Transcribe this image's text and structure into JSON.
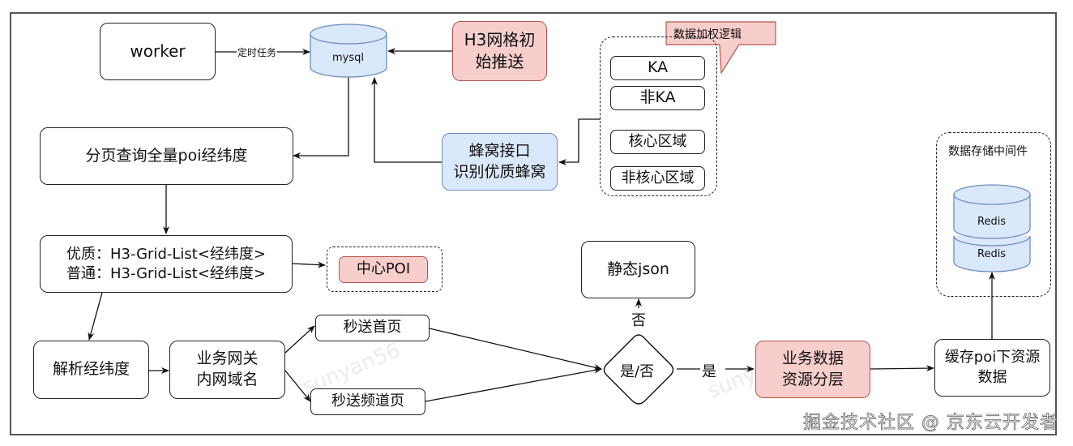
{
  "diagram": {
    "nodes": {
      "worker": "worker",
      "mysql": "mysql",
      "h3_init": [
        "H3网格初",
        "始推送"
      ],
      "paged_query": "分页查询全量poi经纬度",
      "honeycomb": [
        "蜂窝接口",
        "识别优质蜂窝"
      ],
      "weighting_group": {
        "callout": "数据加权逻辑",
        "items": [
          "KA",
          "非KA",
          "核心区域",
          "非核心区域"
        ]
      },
      "grid_list": [
        "优质：H3-Grid-List<经纬度>",
        "普通：H3-Grid-List<经纬度>"
      ],
      "center_poi": "中心POI",
      "parse_latlng": "解析经纬度",
      "gateway": [
        "业务网关",
        "内网域名"
      ],
      "miaosong_home": "秒送首页",
      "miaosong_channel": "秒送频道页",
      "static_json": "静态json",
      "decision": "是/否",
      "business_layering": [
        "业务数据",
        "资源分层"
      ],
      "cache_poi": [
        "缓存poi下资源",
        "数据"
      ],
      "storage_group": {
        "title": "数据存储中间件",
        "redis": [
          "Redis",
          "Redis"
        ]
      }
    },
    "edge_labels": {
      "scheduled_task": "定时任务",
      "no": "否",
      "yes": "是"
    },
    "colors": {
      "red_fill": "#f8cecc",
      "red_stroke": "#b85450",
      "blue_fill": "#dae8fc",
      "blue_stroke": "#6c8ebf"
    },
    "watermarks": {
      "author": "sunyan56",
      "site": "掘金技术社区 @ 京东云开发者"
    }
  }
}
